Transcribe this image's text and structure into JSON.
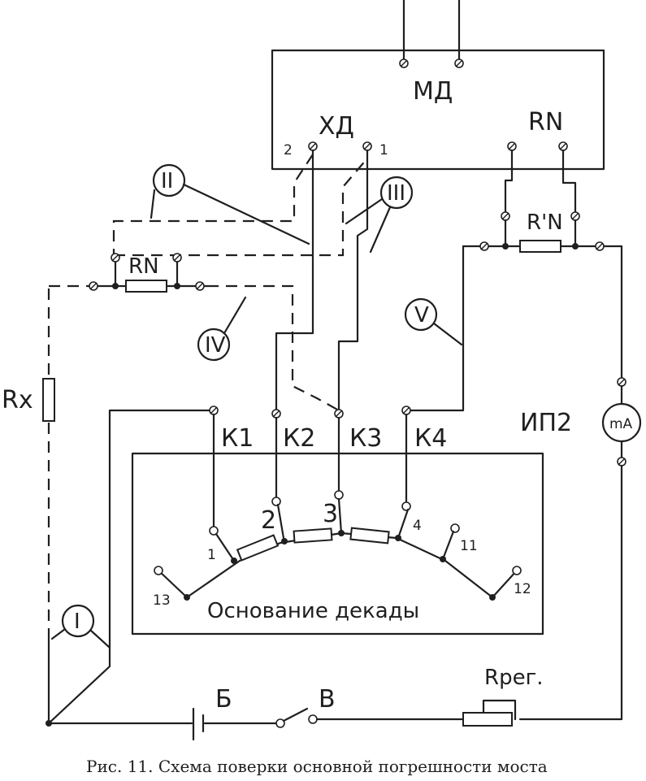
{
  "blocks": {
    "md": "МД",
    "xd": "ХД",
    "rn_top": "RN",
    "rn_prime": "R'N",
    "rn_left": "RN",
    "rx": "Rx",
    "ip2": "ИП2",
    "ma": "mA",
    "rreg": "Rрег.",
    "b": "Б",
    "v": "В",
    "base": "Основание декады"
  },
  "terminal_numbers": {
    "xd_2": "2",
    "xd_1": "1",
    "pin_1": "1",
    "pin_2": "2",
    "pin_3": "3",
    "pin_4": "4",
    "pin_11": "11",
    "pin_12": "12",
    "pin_13": "13"
  },
  "contacts": {
    "k1": "К1",
    "k2": "К2",
    "k3": "К3",
    "k4": "К4"
  },
  "callouts": {
    "c1": "I",
    "c2": "II",
    "c3": "III",
    "c4": "IV",
    "c5": "V"
  },
  "caption": "Рис. 11. Схема поверки основной погрешности моста"
}
